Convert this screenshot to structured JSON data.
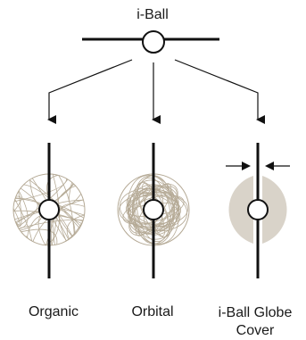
{
  "title": "i-Ball",
  "variants": [
    {
      "label": "Organic",
      "pattern": "organic"
    },
    {
      "label": "Orbital",
      "pattern": "orbital"
    },
    {
      "label": "i-Ball Globe\nCover",
      "pattern": "globe-cover"
    }
  ],
  "colors": {
    "line": "#111111",
    "wire": "#b5aa96",
    "cover": "#d9d3c9",
    "hub_fill": "#ffffff"
  }
}
